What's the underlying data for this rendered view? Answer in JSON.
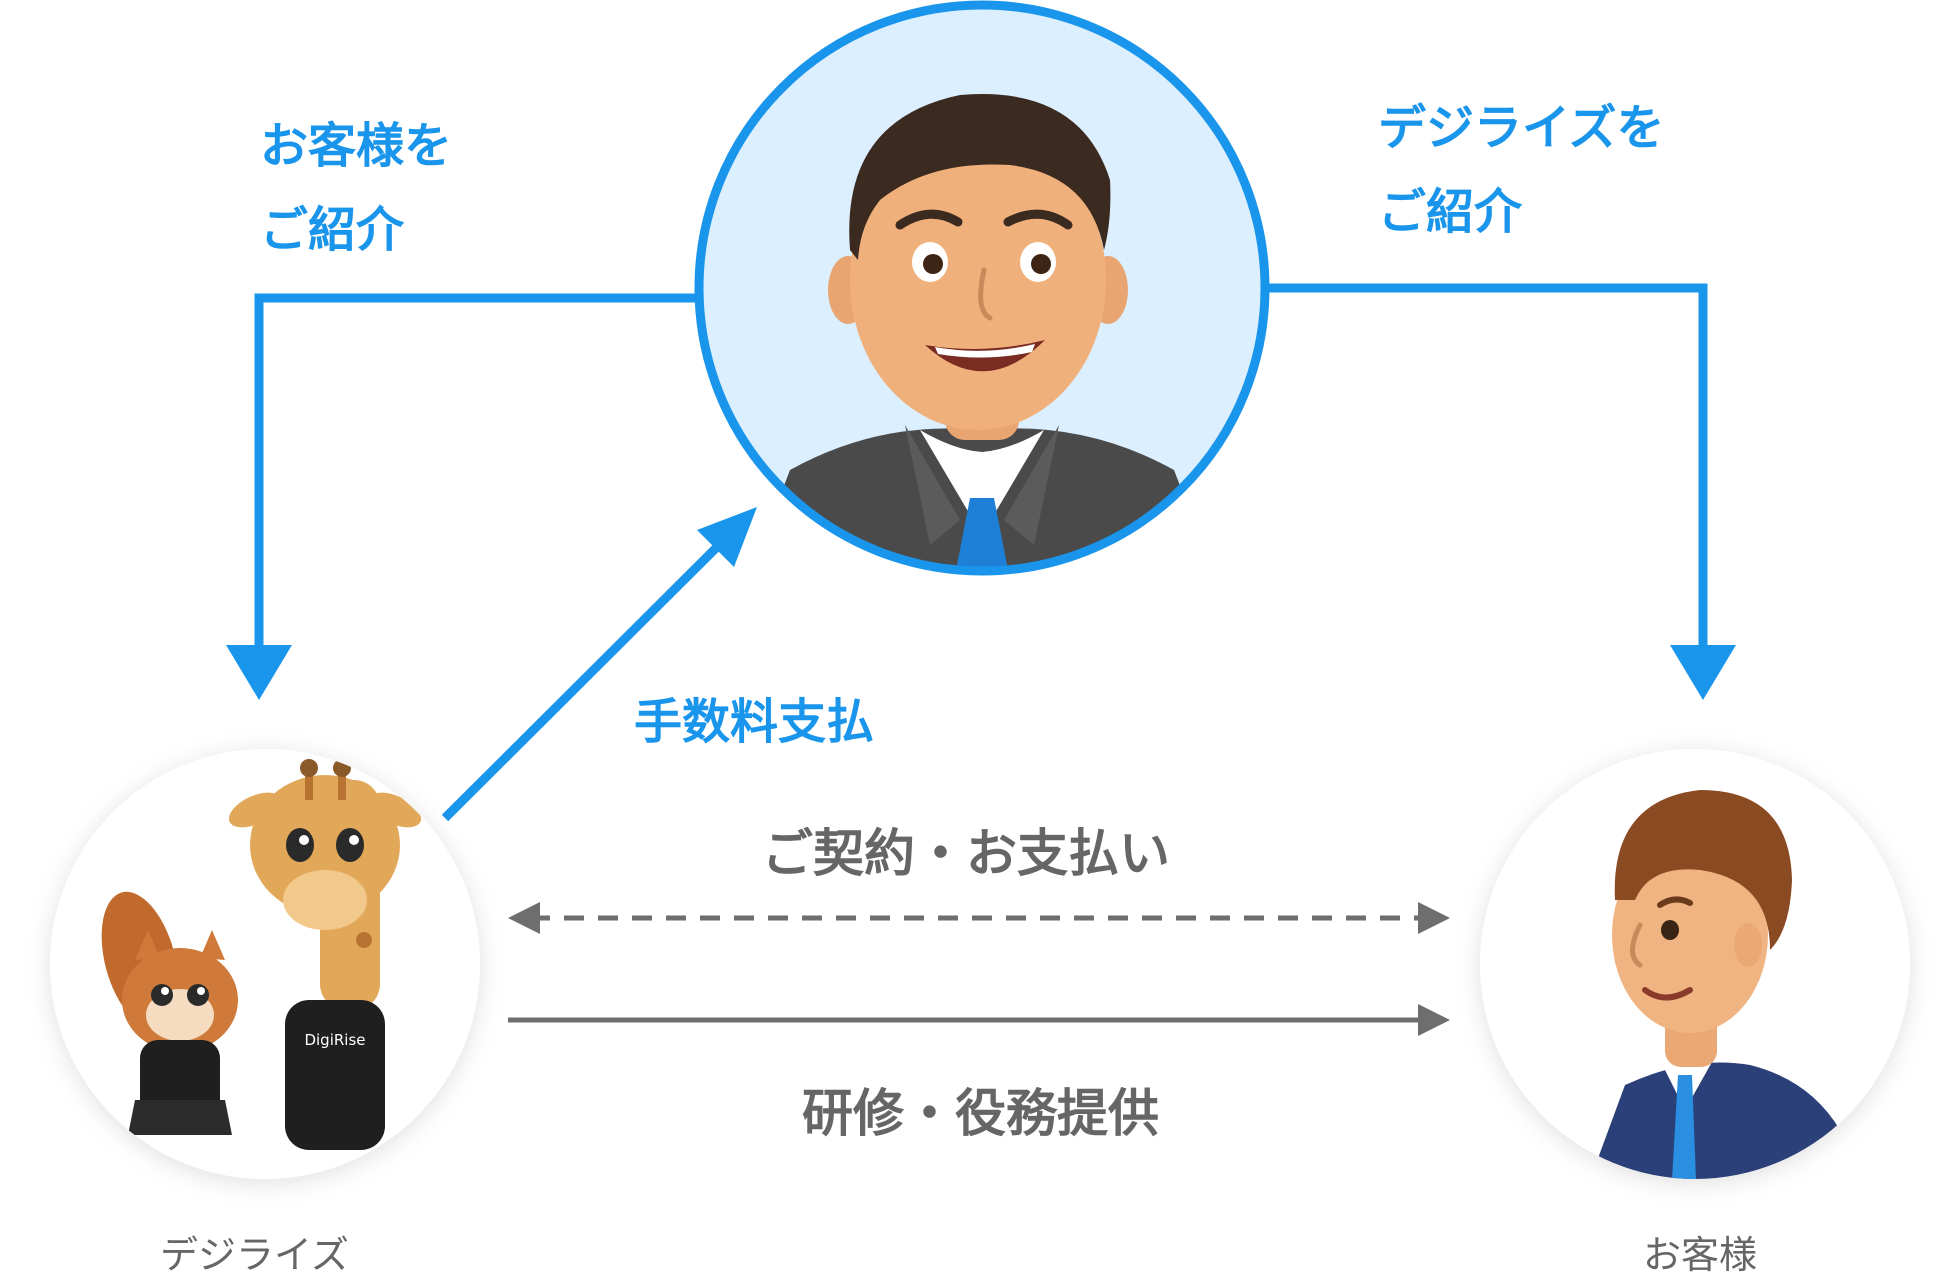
{
  "labels": {
    "introduce_customer_line1": "お客様を",
    "introduce_customer_line2": "ご紹介",
    "introduce_digirise_line1": "デジライズを",
    "introduce_digirise_line2": "ご紹介",
    "commission": "手数料支払",
    "contract_payment": "ご契約・お支払い",
    "training_service": "研修・役務提供"
  },
  "nodes": {
    "referrer": {
      "caption": ""
    },
    "digirise": {
      "caption": "デジライズ",
      "shirt_text": "DigiRise"
    },
    "customer": {
      "caption": "お客様"
    }
  },
  "colors": {
    "accent_blue": "#1a95ec",
    "referrer_bg": "#dcefff",
    "arrow_gray": "#6e6e6e",
    "caption_gray": "#666666"
  }
}
